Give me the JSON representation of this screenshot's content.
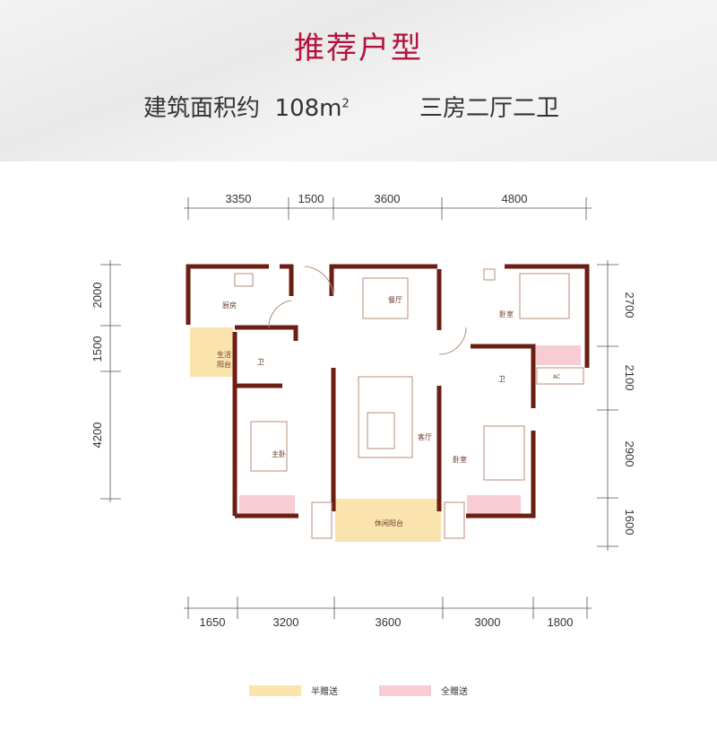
{
  "header": {
    "title": "推荐户型",
    "area_label": "建筑面积约",
    "area_value": "108m",
    "area_unit_sup": "2",
    "layout": "三房二厅二卫"
  },
  "dimensions": {
    "top": [
      "3350",
      "1500",
      "3600",
      "4800"
    ],
    "bottom": [
      "1650",
      "3200",
      "3600",
      "3000",
      "1800"
    ],
    "left": [
      "2000",
      "1500",
      "4200"
    ],
    "right": [
      "2700",
      "2100",
      "2900",
      "1600"
    ]
  },
  "rooms": {
    "kitchen": "厨房",
    "utility_balcony_1": "生活",
    "utility_balcony_2": "阳台",
    "bath_1": "卫",
    "master_bedroom": "主卧",
    "dining": "餐厅",
    "living": "客厅",
    "leisure_balcony": "休闲阳台",
    "bedroom_1": "卧室",
    "bath_2": "卫",
    "bedroom_2": "卧室",
    "ac": "AC"
  },
  "legend": [
    {
      "label": "半赠送",
      "color": "#fbe3ae"
    },
    {
      "label": "全赠送",
      "color": "#f7ccd3"
    }
  ],
  "colors": {
    "wall": "#6b1e12",
    "title": "#b3123e",
    "half_gift": "#fbe3ae",
    "full_gift": "#f7ccd3"
  }
}
